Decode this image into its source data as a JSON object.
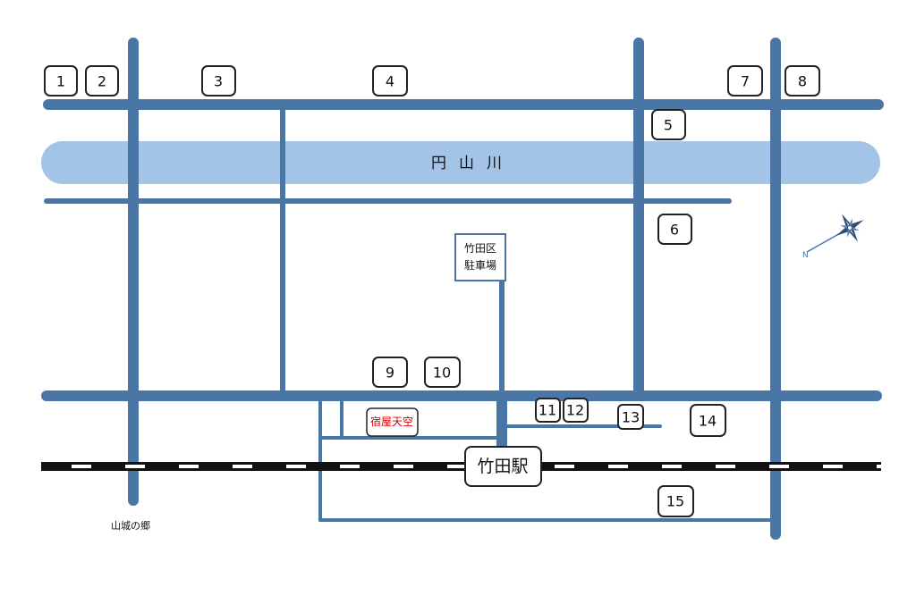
{
  "river": {
    "label": "円山川",
    "color": "#a3c4e6"
  },
  "road_color": "#4a76a6",
  "station": {
    "label": "竹田駅"
  },
  "parking": {
    "line1": "竹田区",
    "line2": "駐車場"
  },
  "inn": {
    "label": "宿屋天空",
    "color": "#e00000"
  },
  "place": {
    "label": "山城の郷"
  },
  "compass": {
    "north": "N",
    "icon": "compass-rose-icon"
  },
  "markers": [
    "1",
    "2",
    "3",
    "4",
    "5",
    "6",
    "7",
    "8",
    "9",
    "10",
    "11",
    "12",
    "13",
    "14",
    "15"
  ]
}
